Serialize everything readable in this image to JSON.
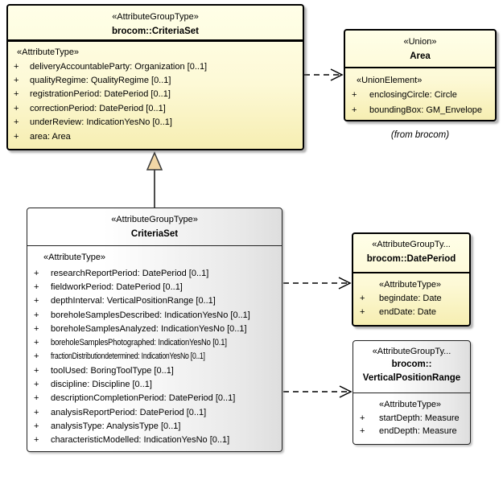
{
  "diagram": {
    "plus": "+",
    "colors": {
      "box_yellow_top": "#FFFFE8",
      "box_yellow_bottom": "#F6EEB2",
      "box_white_left": "#FFFFFF",
      "box_white_right": "#DEDEDE",
      "border": "#000000",
      "generalization_triangle_fill": "#F2D7A6"
    },
    "classes": {
      "c1": {
        "stereotype": "«AttributeGroupType»",
        "name": "brocom::CriteriaSet",
        "section": "«AttributeType»",
        "attributes": [
          "deliveryAccountableParty: Organization [0..1]",
          "qualityRegime: QualityRegime [0..1]",
          "registrationPeriod: DatePeriod [0..1]",
          "correctionPeriod: DatePeriod [0..1]",
          "underReview: IndicationYesNo [0..1]",
          "area: Area"
        ]
      },
      "c2": {
        "stereotype": "«Union»",
        "name": "Area",
        "section": "«UnionElement»",
        "attributes": [
          "enclosingCircle: Circle",
          "boundingBox: GM_Envelope"
        ],
        "footnote": "(from brocom)"
      },
      "c3": {
        "stereotype": "«AttributeGroupType»",
        "name": "CriteriaSet",
        "section": "«AttributeType»",
        "attributes": [
          "researchReportPeriod: DatePeriod [0..1]",
          "fieldworkPeriod: DatePeriod [0..1]",
          "depthInterval: VerticalPositionRange [0..1]",
          "boreholeSamplesDescribed: IndicationYesNo [0..1]",
          "boreholeSamplesAnalyzed: IndicationYesNo [0..1]",
          "boreholeSamplesPhotographed: IndicationYesNo [0.1]",
          "fractionDistributiondetermined: IndicationYesNo [0..1]",
          "toolUsed: BoringToolType [0..1]",
          "discipline: Discipline [0..1]",
          "descriptionCompletionPeriod: DatePeriod [0..1]",
          "analysisReportPeriod: DatePeriod [0..1]",
          "analysisType: AnalysisType [0..1]",
          "characteristicModelled: IndicationYesNo [0..1]"
        ]
      },
      "c4": {
        "stereotype": "«AttributeGroupTy...",
        "name": "brocom::DatePeriod",
        "section": "«AttributeType»",
        "attributes": [
          "begindate: Date",
          "endDate: Date"
        ]
      },
      "c5": {
        "stereotype": "«AttributeGroupTy...",
        "name_line1": "brocom::",
        "name_line2": "VerticalPositionRange",
        "section": "«AttributeType»",
        "attributes": [
          "startDepth: Measure",
          "endDepth: Measure"
        ]
      }
    }
  }
}
